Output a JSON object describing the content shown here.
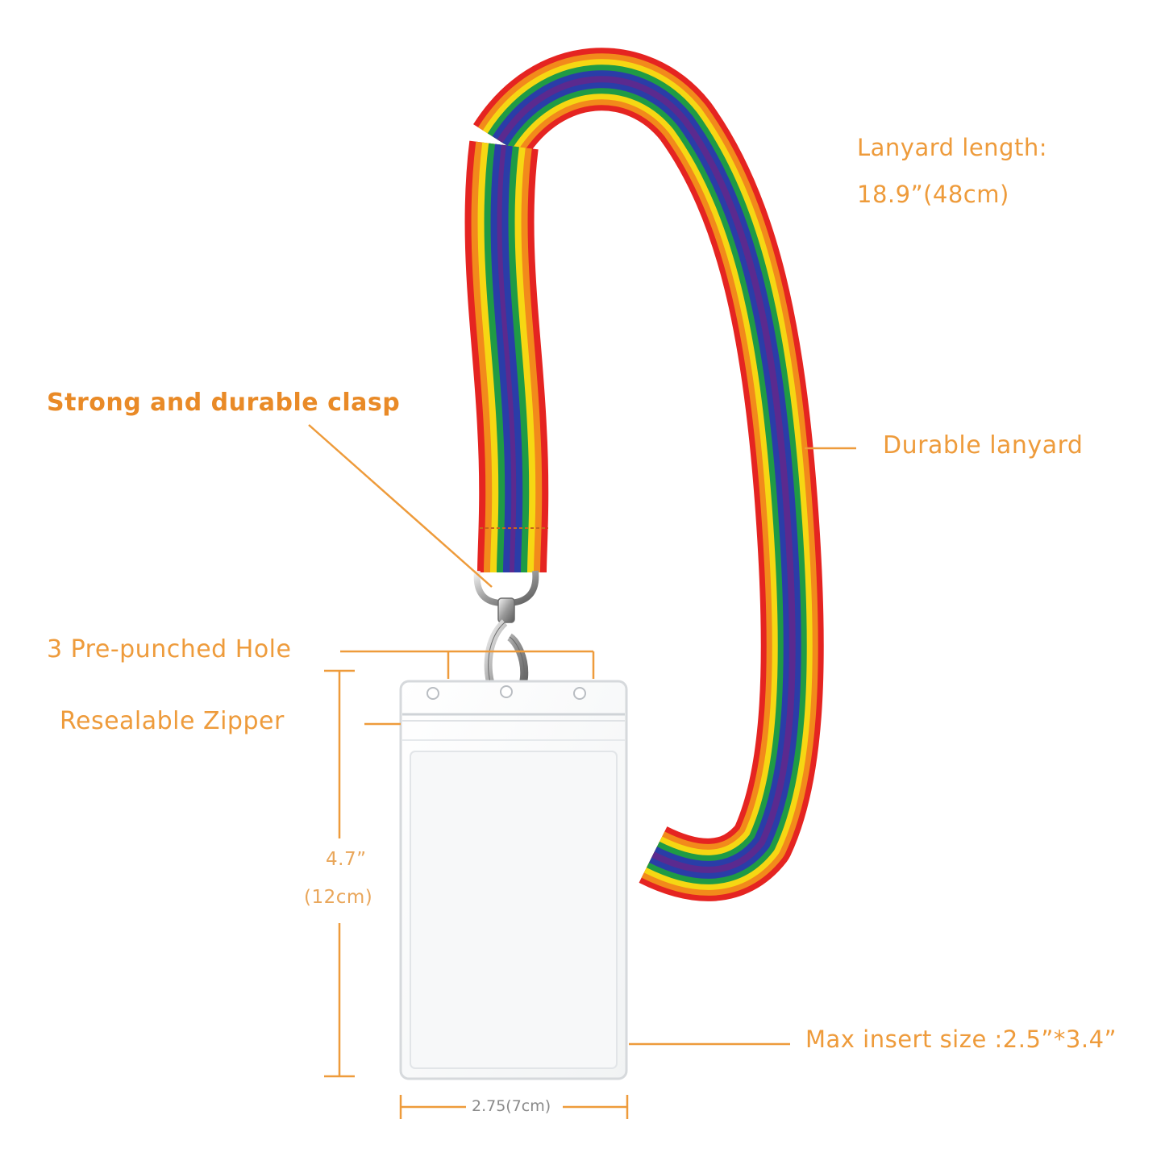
{
  "labels": {
    "lanyard_length_title": "Lanyard length:",
    "lanyard_length_value": "18.9”(48cm)",
    "clasp": "Strong and durable clasp",
    "durable_lanyard": "Durable lanyard",
    "holes": "3 Pre-punched Hole",
    "zipper": "Resealable Zipper",
    "height_inches": "4.7”",
    "height_cm": "(12cm)",
    "max_insert": "Max insert size :2.5”*3.4”",
    "width": "2.75(7cm)"
  },
  "colors": {
    "accent": "#ee9b3b",
    "rainbow": [
      "#e52421",
      "#f28a1b",
      "#f6d713",
      "#1f9b45",
      "#2a3da8",
      "#5b2a8f"
    ]
  }
}
